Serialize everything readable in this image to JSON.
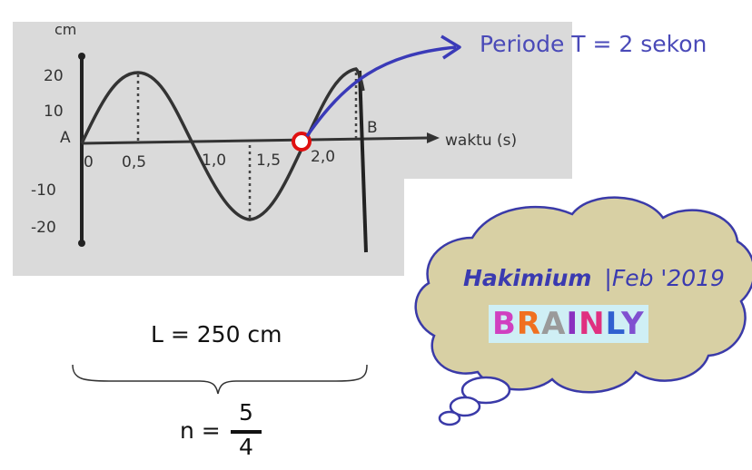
{
  "graph": {
    "y_unit": "cm",
    "y_ticks": [
      "20",
      "10",
      "-10",
      "-20"
    ],
    "x_ticks": [
      "0",
      "0,5",
      "1,0",
      "1,5",
      "2,0"
    ],
    "point_a": "A",
    "point_b": "B",
    "x_axis_label": "waktu (s)"
  },
  "annotation": {
    "period_text": "Periode T = 2 sekon"
  },
  "calculation": {
    "length_text": "L = 250 cm",
    "n_prefix": "n =",
    "n_numerator": "5",
    "n_denominator": "4"
  },
  "cloud": {
    "author": "Hakimium",
    "separator": "|",
    "date": "Feb '2019",
    "brand_letters": [
      "B",
      "R",
      "A",
      "I",
      "N",
      "L",
      "Y"
    ]
  },
  "colors": {
    "note_blue": "#4a4ab8",
    "cloud_fill": "#d8d0a4",
    "cloud_stroke": "#3a3aa8",
    "marker_red": "#e01010",
    "brand_b": "#d040c0",
    "brand_r": "#f07020",
    "brand_a": "#9a9a9a",
    "brand_i": "#8a30c0",
    "brand_n": "#e03080",
    "brand_l": "#3060d0",
    "brand_y": "#8050d0"
  }
}
